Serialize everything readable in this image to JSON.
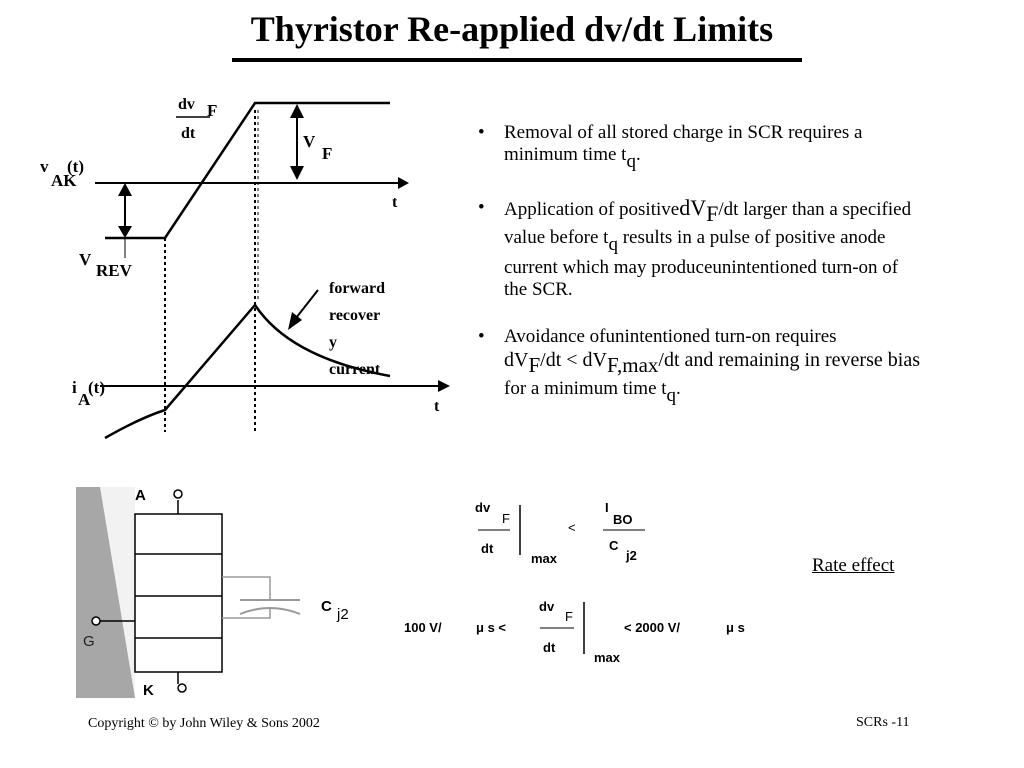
{
  "title": "Thyristor Re-applied dv/dt Limits",
  "waveform": {
    "vak_v": "v",
    "vak_sub": "AK",
    "vak_t": "(t)",
    "dv_num": "dv",
    "dv_sub": "F",
    "dv_den": "dt",
    "vf_main": "V",
    "vf_sub": "F",
    "t_label_top": "t",
    "vrev_main": "V",
    "vrev_sub": "REV",
    "recovery_lines": [
      "forward",
      "recover",
      "y",
      "current"
    ],
    "ia_i": "i",
    "ia_sub": "A",
    "ia_t": "(t)",
    "t_label_bottom": "t"
  },
  "bullets": {
    "b1_line1": "Removal of all stored charge in SCR requires a",
    "b1_line2": "minimum time t",
    "b1_sub": "q",
    "b1_end": ".",
    "b2_a": "Application of positive",
    "b2_b": "dV",
    "b2_sub": "F",
    "b2_c": "/dt larger than a specified",
    "b2_line2a": "value before t",
    "b2_line2sub": "q",
    "b2_line2b": " results in a pulse of positive anode",
    "b2_line3a": "current which may produce",
    "b2_line3b": "unintentioned turn-on of",
    "b2_line4": "the SCR.",
    "b3_line1": "Avoidance of",
    "b3_line1b": "unintentioned turn-on requires",
    "b3_line2a": "dV",
    "b3_line2sub1": "F",
    "b3_line2b": "/dt < dV",
    "b3_line2sub2": "F,max",
    "b3_line2c": "/dt  and remaining in reverse bias",
    "b3_line3a": "for a minimum time t",
    "b3_line3sub": "q",
    "b3_line3b": "."
  },
  "scr": {
    "a": "A",
    "g": "G",
    "k": "K",
    "c_main": "C",
    "c_sub": "j2"
  },
  "formula1": {
    "dv": "dv",
    "f": "F",
    "dt": "dt",
    "max": "max",
    "lt": "<",
    "i": "I",
    "bo": "BO",
    "c": "C",
    "j2": "j2"
  },
  "formula2": {
    "left": "100 V/",
    "mu1": "μ s <",
    "dv": "dv",
    "f": "F",
    "dt": "dt",
    "max": "max",
    "right": "< 2000 V/",
    "mu2": "μ s"
  },
  "rate_effect": "Rate effect",
  "footer": {
    "copyright": "Copyright © by John Wiley & Sons 2002",
    "slide": "SCRs -11"
  }
}
